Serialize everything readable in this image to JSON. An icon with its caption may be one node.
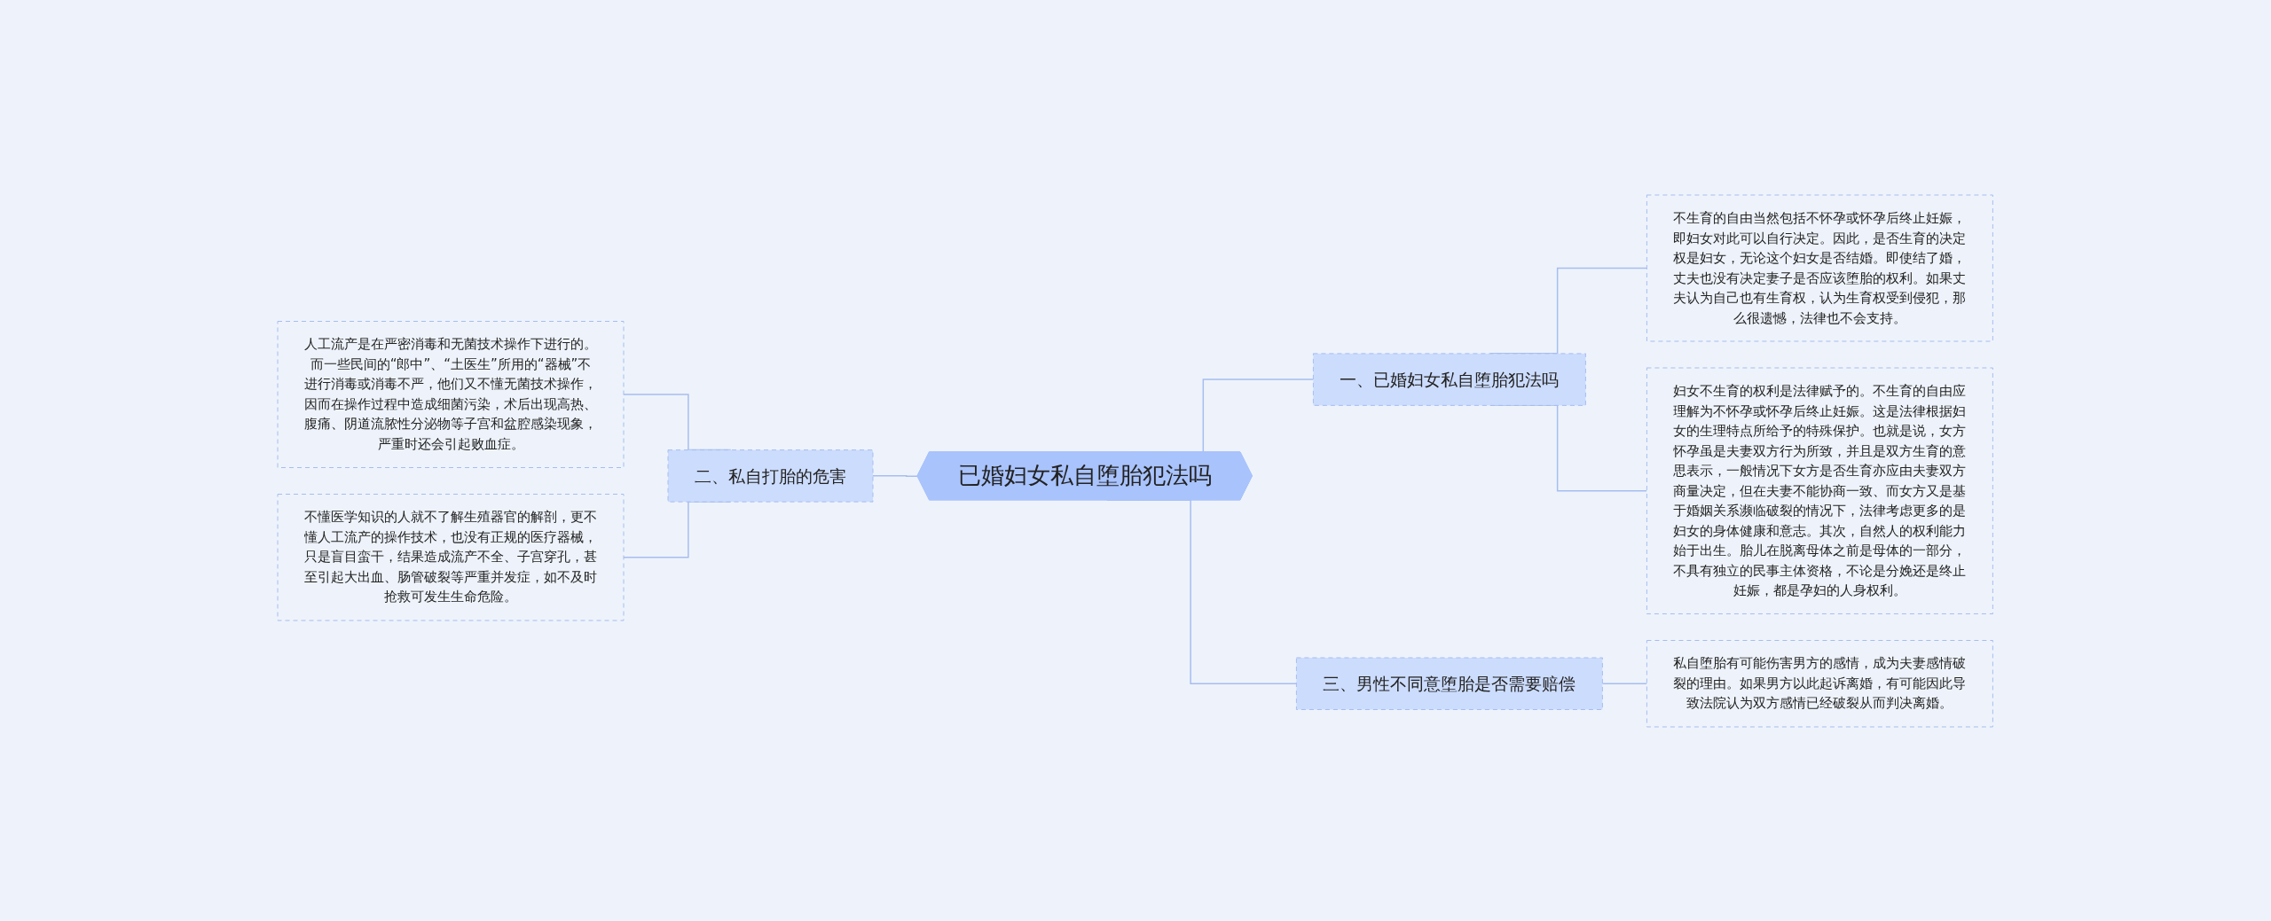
{
  "diagram": {
    "nodes": [
      {
        "text": [
          "已婚妇女私自堕胎犯法吗"
        ]
      },
      {
        "text": [
          "一、已婚妇女私自堕胎犯法吗"
        ]
      },
      {
        "text": [
          "不生育的自由当然包括不怀孕或怀孕后终止妊娠，即妇女对此可以自行决定。因此，是否生育的决定权是妇女，无论这个妇女是否结婚。即使结了婚，丈夫也没有决定妻子是否应该堕胎的权利。如果丈夫认为自己也有生育权，认为生育权受到侵犯，那么很遗憾，法律也不会支持。"
        ]
      },
      {
        "text": [
          "妇女不生育的权利是法律赋予的。不生育的自由应理解为不怀孕或怀孕后终止妊娠。这是法律根据妇女的生理特点所给予的特殊保护。也就是说，女方怀孕虽是夫妻双方行为所致，并且是双方生育的意思表示，一般情况下女方是否生育亦应由夫妻双方商量决定，但在夫妻不能协商一致、而女方又是基于婚姻关系濒临破裂的情况下，法律考虑更多的是妇女的身体健康和意志。其次，自然人的权利能力始于出生。胎儿在脱离母体之前是母体的一部分，不具有独立的民事主体资格，不论是分娩还是终止妊娠，都是孕妇的人身权利。"
        ]
      },
      {
        "text": [
          "三、男性不同意堕胎是否需要赔偿"
        ]
      },
      {
        "text": [
          "私自堕胎有可能伤害男方的感情，成为夫妻感情破裂的理由。如果男方以此起诉离婚，有可能因此导致法院认为双方感情已经破裂从而判决离婚。"
        ]
      },
      {
        "text": [
          "二、私自打胎的危害"
        ]
      },
      {
        "text": [
          "人工流产是在严密消毒和无菌技术操作下进行的。而一些民间的“郎中”、“土医生”所用的“器械”不进行消毒或消毒不严，他们又不懂无菌技术操作，因而在操作过程中造成细菌污染，术后出现高热、腹痛、阴道流脓性分泌物等子宫和盆腔感染现象，严重时还会引起败血症。"
        ]
      },
      {
        "text": [
          "不懂医学知识的人就不了解生殖器官的解剖，更不懂人工流产的操作技术，也没有正规的医疗器械，只是盲目蛮干，结果造成流产不全、子宫穿孔，甚至引起大出血、肠管破裂等严重并发症，如不及时抢救可发生生命危险。"
        ]
      }
    ],
    "edges": [
      {
        "from": 0,
        "to": 1,
        "arrow": "none"
      },
      {
        "from": 1,
        "to": 2,
        "arrow": "none"
      },
      {
        "from": 1,
        "to": 3,
        "arrow": "none"
      },
      {
        "from": 0,
        "to": 4,
        "arrow": "none"
      },
      {
        "from": 4,
        "to": 5,
        "arrow": "none"
      },
      {
        "from": 0,
        "to": 6,
        "arrow": "none"
      },
      {
        "from": 6,
        "to": 7,
        "arrow": "none"
      },
      {
        "from": 6,
        "to": 8,
        "arrow": "none"
      }
    ]
  }
}
